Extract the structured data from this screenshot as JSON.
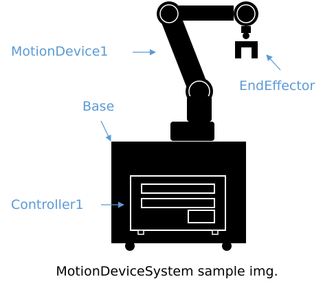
{
  "labels": {
    "motion_device": "MotionDevice1",
    "end_effector": "EndEffector",
    "base": "Base",
    "controller": "Controller1"
  },
  "caption": "MotionDeviceSystem sample img.",
  "colors": {
    "label": "#5b9bd5",
    "arrow": "#5b9bd5",
    "robot": "#000000",
    "background": "#ffffff"
  }
}
